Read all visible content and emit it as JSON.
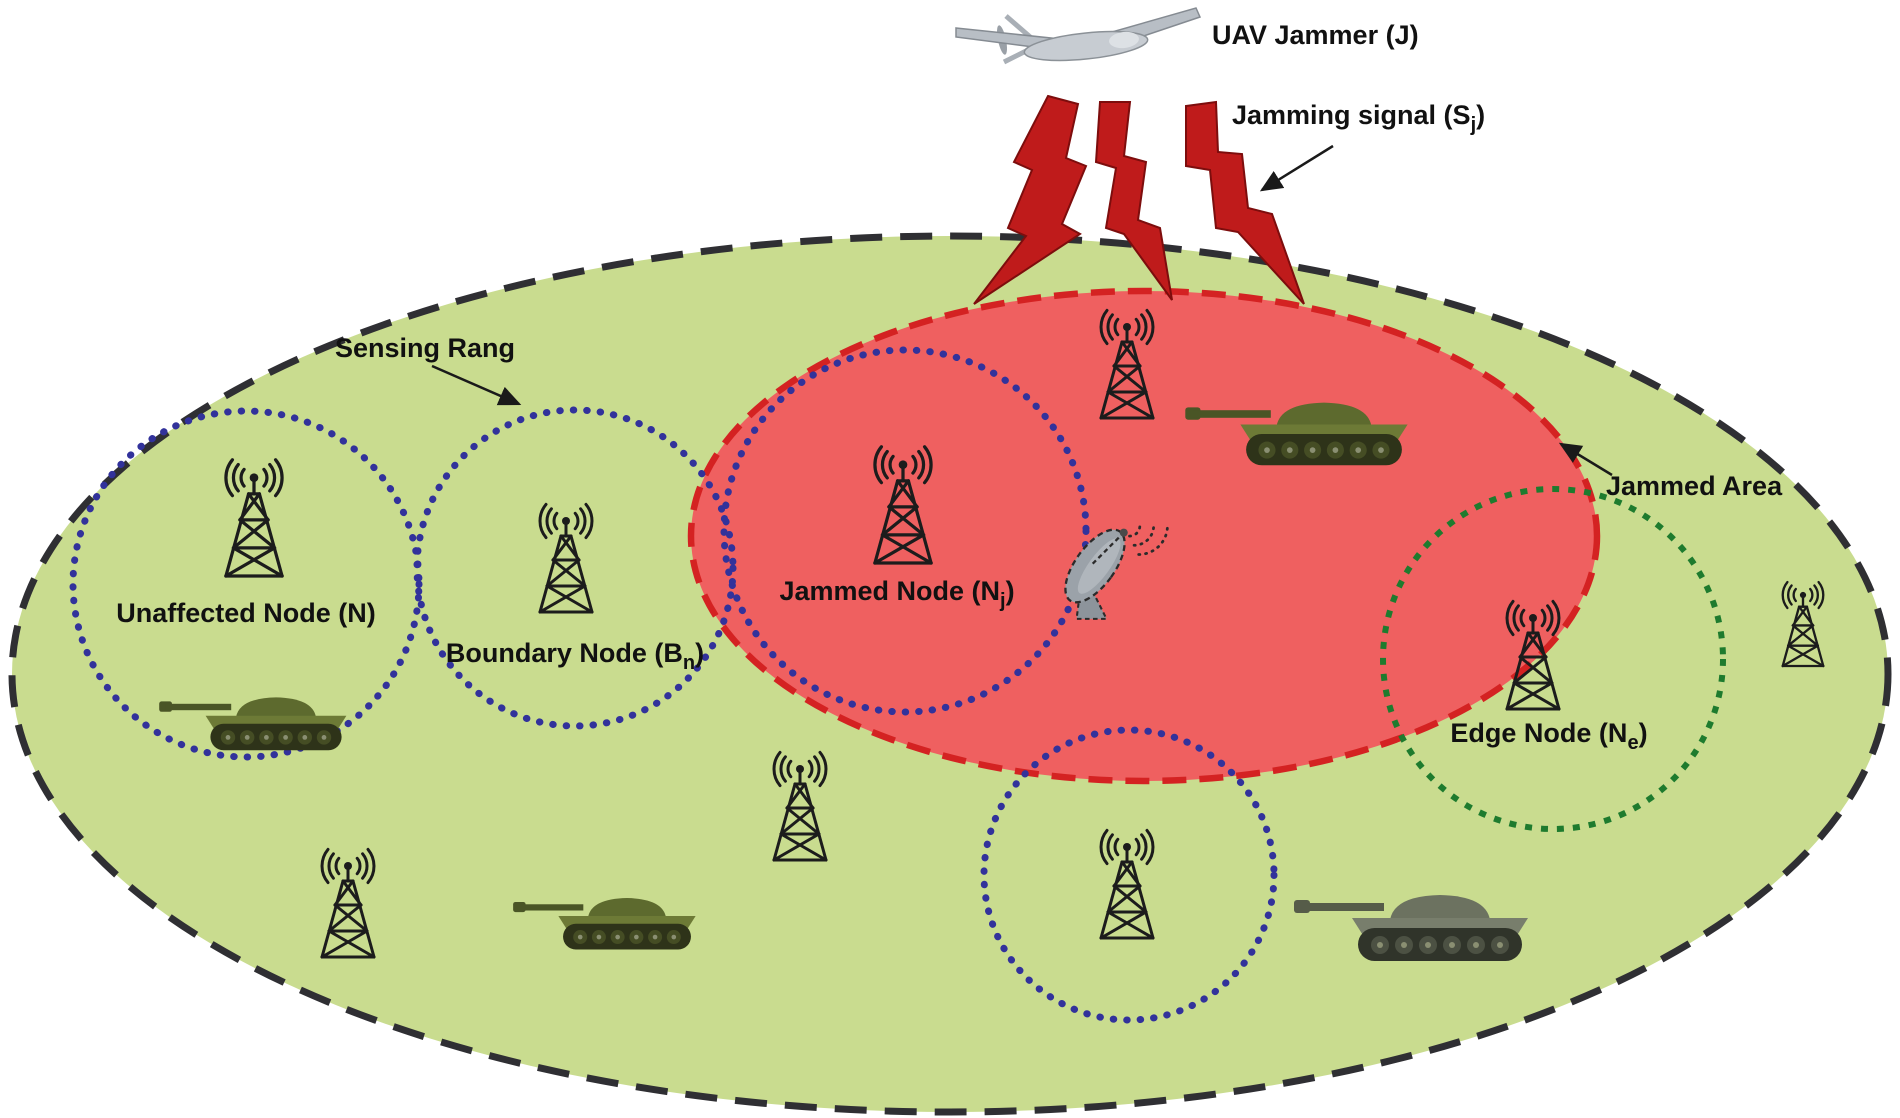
{
  "figure": {
    "type": "diagram",
    "description": "UAV jammer attacking a wireless tactical sensor network: jammed area, jammed/boundary/edge/unaffected nodes with sensing ranges"
  },
  "labels": {
    "uav_jammer": "UAV Jammer (J)",
    "jamming_signal_pre": "Jamming signal (S",
    "jamming_signal_sub": "j",
    "jamming_signal_post": ")",
    "sensing_range": "Sensing Rang",
    "unaffected_node": "Unaffected Node (N)",
    "boundary_node_pre": "Boundary Node (B",
    "boundary_node_sub": "n",
    "boundary_node_post": ")",
    "jammed_node_pre": "Jammed Node (N",
    "jammed_node_sub": "j",
    "jammed_node_post": ")",
    "jammed_area": "Jammed Area",
    "edge_node_pre": "Edge Node (N",
    "edge_node_sub": "e",
    "edge_node_post": ")"
  },
  "colors": {
    "network_area_fill": "#c9dc8f",
    "network_area_border": "#2f2f33",
    "jammed_area_fill": "#ef6060",
    "jammed_area_border": "#d42222",
    "sensing_ring_blue": "#32329b",
    "sensing_ring_green": "#1e7b2e",
    "bolt_red": "#bf1b1b",
    "label_text": "#111111"
  },
  "icons": {
    "uav": "uav-drone-icon",
    "radio_tower": "radio-tower-icon",
    "tank": "tank-icon",
    "satellite_dish": "satellite-dish-icon",
    "jamming_bolt": "lightning-bolt-icon",
    "annotation_arrow": "arrow-icon"
  },
  "scene": {
    "radio_towers": 9,
    "tanks": 4,
    "jamming_bolts": 3,
    "blue_sensing_rings": 4,
    "green_sensing_rings": 1
  }
}
